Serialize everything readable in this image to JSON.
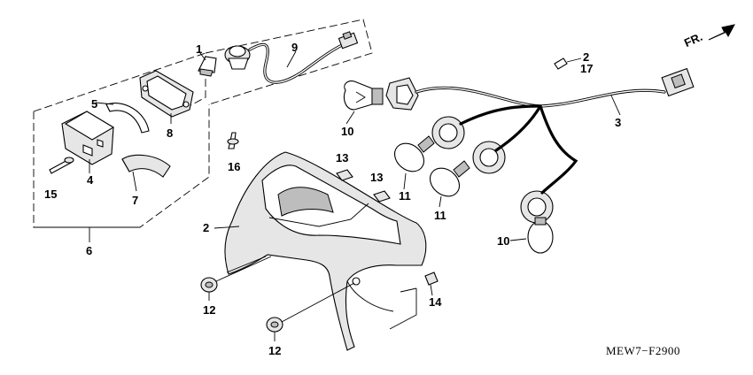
{
  "direction_label": "FR.",
  "drawing_code": "MEW7−F2900",
  "callouts": {
    "bulb_small": "1",
    "screw_top_right": "2",
    "tail_lamp_body": "2",
    "sub_harness": "3",
    "lens_cover": "4",
    "gasket": "5",
    "license_light_assy": "6",
    "socket_seal": "7",
    "license_housing": "8",
    "socket_wire": "9",
    "bulb_left": "10",
    "bulb_bottom": "10",
    "bulb_mid_a": "11",
    "bulb_mid_b": "11",
    "grommet_upper": "12",
    "grommet_lower": "12",
    "clip_left": "13",
    "clip_right": "13",
    "clip_small": "14",
    "screw_lens": "15",
    "screw_housing": "16",
    "washer": "17"
  }
}
